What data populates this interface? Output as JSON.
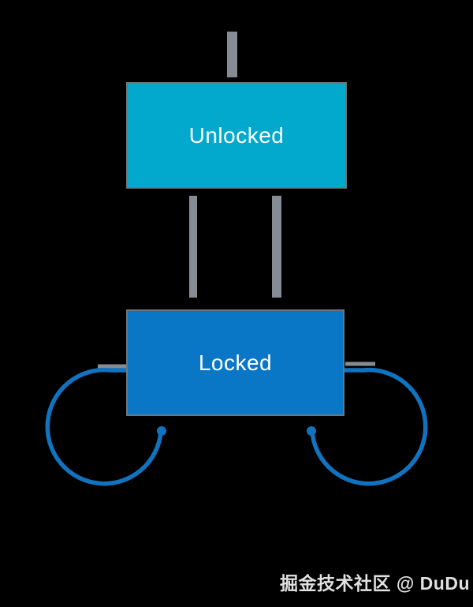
{
  "page": {
    "background": "#000000"
  },
  "diagram": {
    "type": "state-diagram",
    "nodes": [
      {
        "id": "unlocked",
        "label": "Unlocked",
        "fill": "#02a9cd"
      },
      {
        "id": "locked",
        "label": "Locked",
        "fill": "#0a77c6"
      }
    ],
    "edges": [
      {
        "from": "initial",
        "to": "unlocked",
        "style": "gray-vertical-line"
      },
      {
        "from": "unlocked",
        "to": "locked",
        "style": "gray-vertical-line"
      },
      {
        "from": "locked",
        "to": "unlocked",
        "style": "gray-vertical-line"
      },
      {
        "from": "locked",
        "to": "locked",
        "side": "left",
        "style": "blue-circle-loop"
      },
      {
        "from": "locked",
        "to": "locked",
        "side": "right",
        "style": "blue-circle-loop"
      }
    ],
    "colors": {
      "edge_gray": "#868c94",
      "loop_blue": "#1173bf",
      "node_border": "#70757a",
      "label_text": "#ffffff"
    }
  },
  "watermark": {
    "text": "掘金技术社区 @ DuDu",
    "color": "#e0e0e0"
  }
}
